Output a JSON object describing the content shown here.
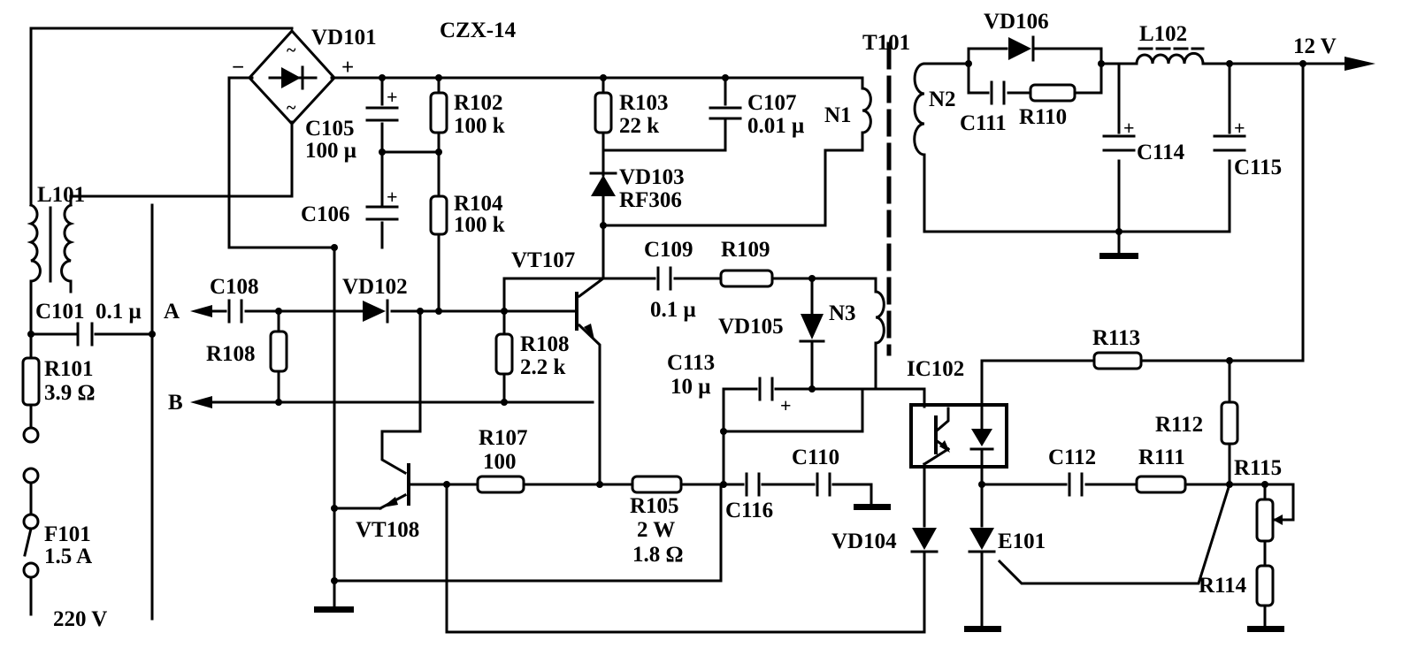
{
  "title": "CZX-14",
  "mains": {
    "voltage": "220 V",
    "in_a": "A",
    "in_b": "B"
  },
  "output": {
    "voltage": "12 V"
  },
  "labels": {
    "vd101": "VD101",
    "bridge_minus": "−",
    "bridge_plus": "+",
    "c105": "C105",
    "c105_v": "100 μ",
    "c106": "C106",
    "r102": "R102",
    "r102_v": "100 k",
    "r104": "R104",
    "r104_v": "100 k",
    "r103": "R103",
    "r103_v": "22 k",
    "c107": "C107",
    "c107_v": "0.01 μ",
    "n1": "N1",
    "n2": "N2",
    "n3": "N3",
    "vd103": "VD103",
    "vd103_v": "RF306",
    "l101": "L101",
    "c101": "C101",
    "c101_v": "0.1 μ",
    "r101": "R101",
    "r101_v": "3.9 Ω",
    "f101": "F101",
    "f101_v": "1.5 A",
    "c108": "C108",
    "r108a": "R108",
    "vd102": "VD102",
    "vt107": "VT107",
    "r108b": "R108",
    "r108b_v": "2.2 k",
    "c109": "C109",
    "c109_v": "0.1 μ",
    "r109": "R109",
    "vd105": "VD105",
    "c113": "C113",
    "c113_v": "10 μ",
    "r107": "R107",
    "r107_v": "100",
    "vt108": "VT108",
    "r105": "R105",
    "r105_v": "2 W",
    "r105_v2": "1.8 Ω",
    "c110": "C110",
    "c116": "C116",
    "t101": "T101",
    "vd106": "VD106",
    "l102": "L102",
    "c111": "C111",
    "r110": "R110",
    "c114": "C114",
    "c115": "C115",
    "ic102": "IC102",
    "r113": "R113",
    "r112": "R112",
    "c112": "C112",
    "r111": "R111",
    "r115": "R115",
    "r114": "R114",
    "vd104": "VD104",
    "e101": "E101"
  }
}
